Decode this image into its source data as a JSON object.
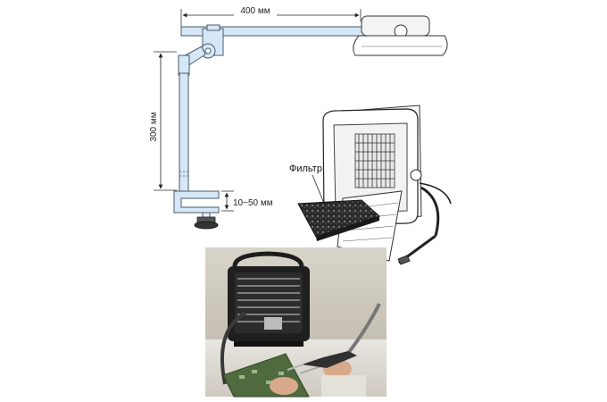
{
  "dimensions": {
    "arm_length": "400 мм",
    "arm_height": "300 мм",
    "clamp_range": "10~50 мм"
  },
  "labels": {
    "filter": "Фильтр"
  },
  "colors": {
    "arm_fill": "#d6e8f7",
    "arm_stroke": "#4a5b6b",
    "photo_bg": "#c8c3b8"
  }
}
